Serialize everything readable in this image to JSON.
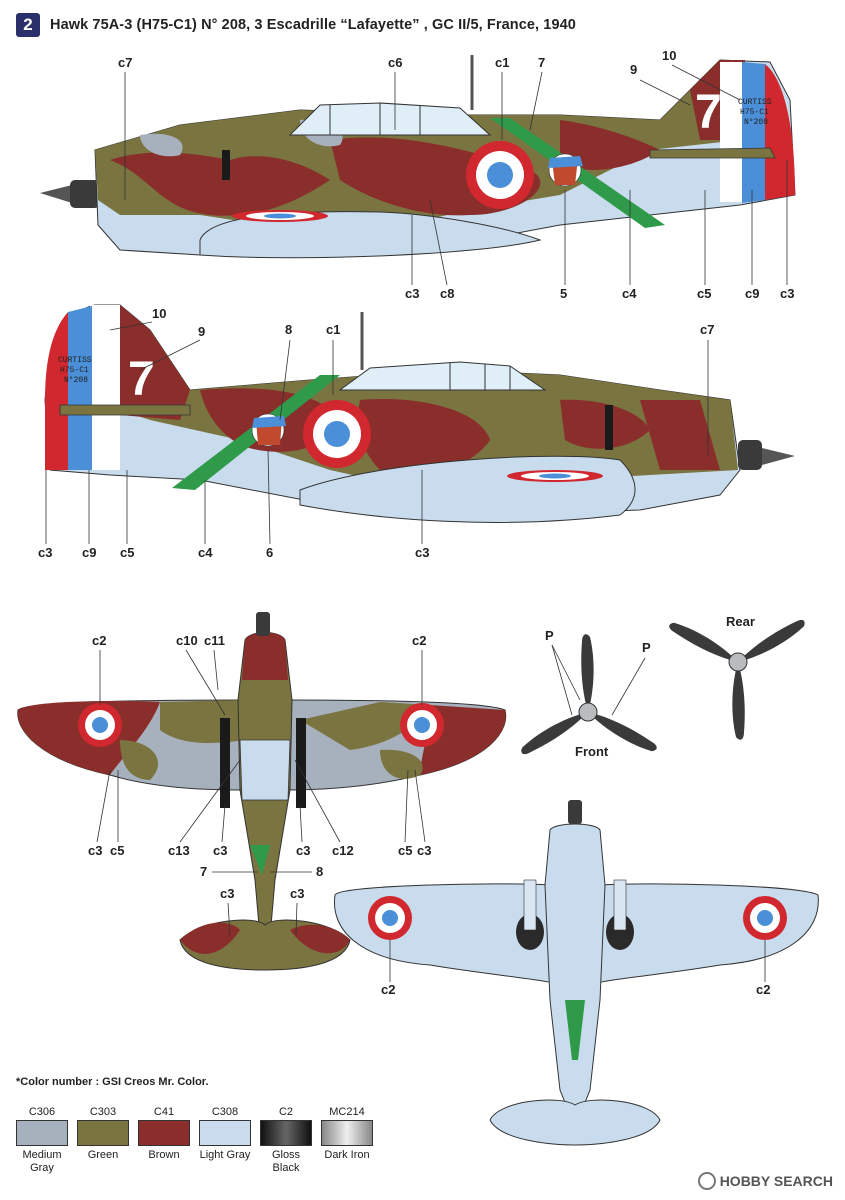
{
  "header": {
    "number": "2",
    "title": "Hawk 75A-3 (H75-C1) N° 208, 3 Escadrille “Lafayette” , GC II/5, France, 1940"
  },
  "tail_marking": {
    "number": "7",
    "line1": "CURTISS",
    "line2": "H75-C1",
    "line3": "N°208"
  },
  "callouts": {
    "c1": "c1",
    "c2": "c2",
    "c3": "c3",
    "c4": "c4",
    "c5": "c5",
    "c6": "c6",
    "c7": "c7",
    "c8": "c8",
    "c9": "c9",
    "c10": "c10",
    "c11": "c11",
    "c12": "c12",
    "c13": "c13",
    "n5": "5",
    "n6": "6",
    "n7": "7",
    "n8": "8",
    "n9": "9",
    "n10": "10",
    "p": "P"
  },
  "prop_labels": {
    "front": "Front",
    "rear": "Rear"
  },
  "note": "*Color number : GSI Creos Mr. Color.",
  "swatches": [
    {
      "code": "C306",
      "name": "Medium Gray",
      "color": "#a7b0bd"
    },
    {
      "code": "C303",
      "name": "Green",
      "color": "#7a7440"
    },
    {
      "code": "C41",
      "name": "Brown",
      "color": "#8a2e2b"
    },
    {
      "code": "C308",
      "name": "Light Gray",
      "color": "#c9dcee"
    },
    {
      "code": "C2",
      "name": "Gloss Black",
      "color": "#1a1a1a"
    },
    {
      "code": "MC214",
      "name": "Dark Iron",
      "color": "#b9bcbf"
    }
  ],
  "watermark": "HOBBY SEARCH",
  "colors": {
    "camo_brown": "#8a2e2b",
    "camo_green": "#7a7440",
    "camo_gray": "#a7b0bd",
    "underside": "#c9dcee",
    "roundel_red": "#d0282e",
    "roundel_blue": "#4a8fd8",
    "stripe_green": "#2f9b4a",
    "header_badge": "#2b2f6a"
  }
}
